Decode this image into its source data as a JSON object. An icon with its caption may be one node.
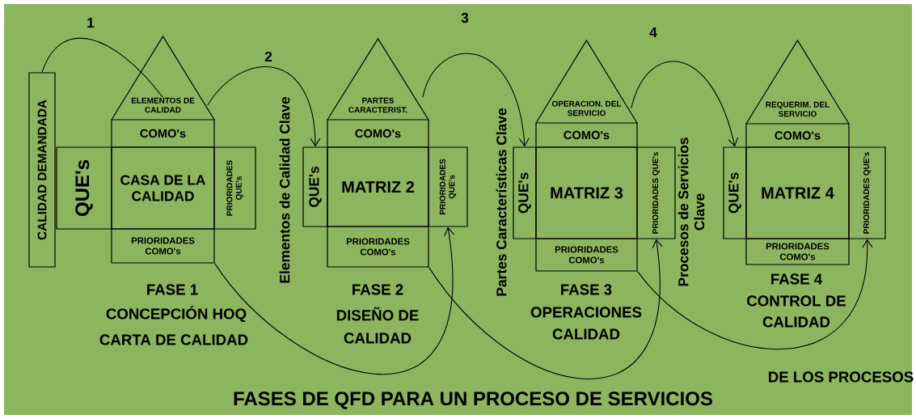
{
  "diagram": {
    "title": "FASES DE QFD PARA UN PROCESO DE SERVICIOS",
    "nodes": [
      {
        "text": [
          "CALIDAD DEMANDADA"
        ]
      },
      {
        "text": [
          "ELEMENTOS DE CALIDAD"
        ]
      },
      {
        "text": [
          "COMO's"
        ]
      },
      {
        "text": [
          "QUE's"
        ]
      },
      {
        "text": [
          "CASA DE LA CALIDAD"
        ]
      },
      {
        "text": [
          "PRIORIDADES QUE's"
        ]
      },
      {
        "text": [
          "PRIORIDADES COMO's"
        ]
      },
      {
        "text": [
          "PARTES CARACTERIST."
        ]
      },
      {
        "text": [
          "COMO's"
        ]
      },
      {
        "text": [
          "QUE's"
        ]
      },
      {
        "text": [
          "MATRIZ 2"
        ]
      },
      {
        "text": [
          "PRIORIDADES QUE's"
        ]
      },
      {
        "text": [
          "PRIORIDADES COMO's"
        ]
      },
      {
        "text": [
          "OPERACION. DEL SERVICIO"
        ]
      },
      {
        "text": [
          "COMO's"
        ]
      },
      {
        "text": [
          "QUE's"
        ]
      },
      {
        "text": [
          "MATRIZ 3"
        ]
      },
      {
        "text": [
          "PRIORIDADES QUE's"
        ]
      },
      {
        "text": [
          "PRIORIDADES COMO's"
        ]
      },
      {
        "text": [
          "REQUERIM. DEL SERVICIO"
        ]
      },
      {
        "text": [
          "COMO's"
        ]
      },
      {
        "text": [
          "QUE's"
        ]
      },
      {
        "text": [
          "MATRIZ 4"
        ]
      },
      {
        "text": [
          "PRIORIDADES QUE's"
        ]
      },
      {
        "text": [
          "PRIORIDADES COMO's"
        ]
      }
    ],
    "edges": [
      {
        "from": 0,
        "to": 1,
        "arrow": "none",
        "label": "1"
      },
      {
        "from": 1,
        "to": 9,
        "arrow": "to",
        "label": "2"
      },
      {
        "from": 7,
        "to": 15,
        "arrow": "to",
        "label": "3"
      },
      {
        "from": 13,
        "to": 21,
        "arrow": "to",
        "label": "4"
      },
      {
        "from": 6,
        "to": 11,
        "arrow": "to"
      },
      {
        "from": 12,
        "to": 17,
        "arrow": "to"
      },
      {
        "from": 18,
        "to": 23,
        "arrow": "to"
      }
    ],
    "labels": [
      "FASE 1",
      "CONCEPCIÓN HOQ",
      "CARTA DE CALIDAD",
      "Elementos de Calidad Clave",
      "FASE 2",
      "DISEÑO DE",
      "CALIDAD",
      "Partes Características Clave",
      "FASE 3",
      "OPERACIONES",
      "CALIDAD",
      "Procesos de Servicios Clave",
      "FASE 4",
      "CONTROL DE",
      "CALIDAD",
      "DE LOS PROCESOS"
    ]
  }
}
